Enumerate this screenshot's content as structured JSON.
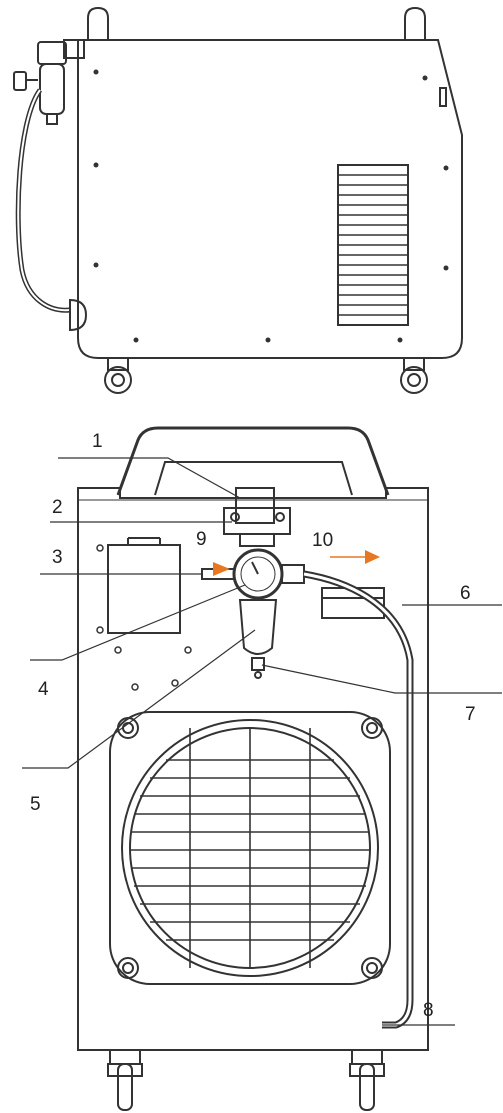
{
  "callouts": [
    {
      "id": "c1",
      "label": "1"
    },
    {
      "id": "c2",
      "label": "2"
    },
    {
      "id": "c3",
      "label": "3"
    },
    {
      "id": "c4",
      "label": "4"
    },
    {
      "id": "c5",
      "label": "5"
    },
    {
      "id": "c6",
      "label": "6"
    },
    {
      "id": "c7",
      "label": "7"
    },
    {
      "id": "c8",
      "label": "8"
    },
    {
      "id": "c9",
      "label": "9"
    },
    {
      "id": "c10",
      "label": "10"
    }
  ],
  "colors": {
    "line": "#333333",
    "arrow": "#e87722",
    "leader": "#e87722",
    "background": "#ffffff"
  }
}
